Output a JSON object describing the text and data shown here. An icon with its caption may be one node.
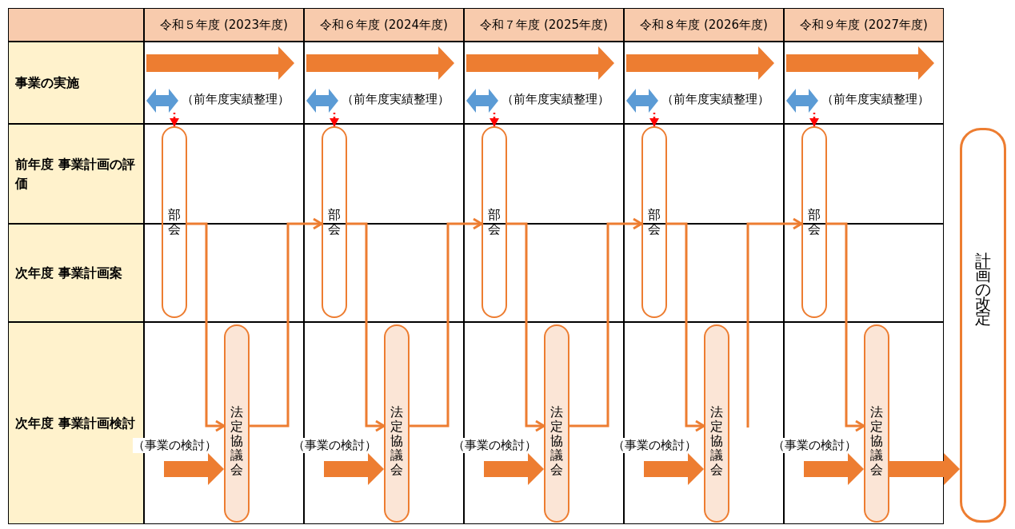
{
  "diagram": {
    "nodes": [
      {
        "text": [],
        "shape": "arrow",
        "beside": [
          "（前年度実績整理）"
        ]
      },
      {
        "text": [
          "部会"
        ]
      },
      {
        "text": [
          "法定協議会"
        ]
      },
      {
        "text": [],
        "shape": "arrow",
        "beside": [
          "（前年度実績整理）"
        ]
      },
      {
        "text": [
          "部会"
        ]
      },
      {
        "text": [
          "法定協議会"
        ]
      },
      {
        "text": [],
        "shape": "arrow",
        "beside": [
          "（前年度実績整理）"
        ]
      },
      {
        "text": [
          "部会"
        ]
      },
      {
        "text": [
          "法定協議会"
        ]
      },
      {
        "text": [],
        "shape": "arrow",
        "beside": [
          "（前年度実績整理）"
        ]
      },
      {
        "text": [
          "部会"
        ]
      },
      {
        "text": [
          "法定協議会"
        ]
      },
      {
        "text": [],
        "shape": "arrow",
        "beside": [
          "（前年度実績整理）"
        ]
      },
      {
        "text": [
          "部会"
        ]
      },
      {
        "text": [
          "法定協議会"
        ]
      },
      {
        "text": [
          "計画の改定"
        ]
      }
    ],
    "edges": [
      {
        "from": 0,
        "to": 1,
        "arrow": "to",
        "style": "dashed",
        "color": "#ff0000"
      },
      {
        "from": 1,
        "to": 2,
        "arrow": "to"
      },
      {
        "from": null,
        "to": 2,
        "arrow": "to",
        "style": "thick"
      },
      {
        "from": 2,
        "to": 4,
        "arrow": "to"
      },
      {
        "from": 3,
        "to": 4,
        "arrow": "to",
        "style": "dashed",
        "color": "#ff0000"
      },
      {
        "from": 4,
        "to": 5,
        "arrow": "to"
      },
      {
        "from": null,
        "to": 5,
        "arrow": "to",
        "style": "thick"
      },
      {
        "from": 5,
        "to": 7,
        "arrow": "to"
      },
      {
        "from": 6,
        "to": 7,
        "arrow": "to",
        "style": "dashed",
        "color": "#ff0000"
      },
      {
        "from": 7,
        "to": 8,
        "arrow": "to"
      },
      {
        "from": null,
        "to": 8,
        "arrow": "to",
        "style": "thick"
      },
      {
        "from": 8,
        "to": 10,
        "arrow": "to"
      },
      {
        "from": 9,
        "to": 10,
        "arrow": "to",
        "style": "dashed",
        "color": "#ff0000"
      },
      {
        "from": 10,
        "to": 11,
        "arrow": "to"
      },
      {
        "from": null,
        "to": 11,
        "arrow": "to",
        "style": "thick"
      },
      {
        "from": null,
        "to": 13,
        "arrow": "to"
      },
      {
        "from": 12,
        "to": 13,
        "arrow": "to",
        "style": "dashed",
        "color": "#ff0000"
      },
      {
        "from": 13,
        "to": 14,
        "arrow": "to"
      },
      {
        "from": null,
        "to": 14,
        "arrow": "to",
        "style": "thick"
      },
      {
        "from": 14,
        "to": 15,
        "arrow": "to",
        "style": "thick"
      }
    ],
    "labels": [
      "令和５年度 (2023年度)",
      "令和６年度 (2024年度)",
      "令和７年度 (2025年度)",
      "令和８年度 (2026年度)",
      "令和９年度 (2027年度)",
      "事業の実施",
      "前年度 事業計画の評価",
      "次年度 事業計画案",
      "次年度 事業計画検討",
      "（事業の検討）",
      "（事業の検討）",
      "（事業の検討）",
      "（事業の検討）",
      "（事業の検討）"
    ]
  }
}
